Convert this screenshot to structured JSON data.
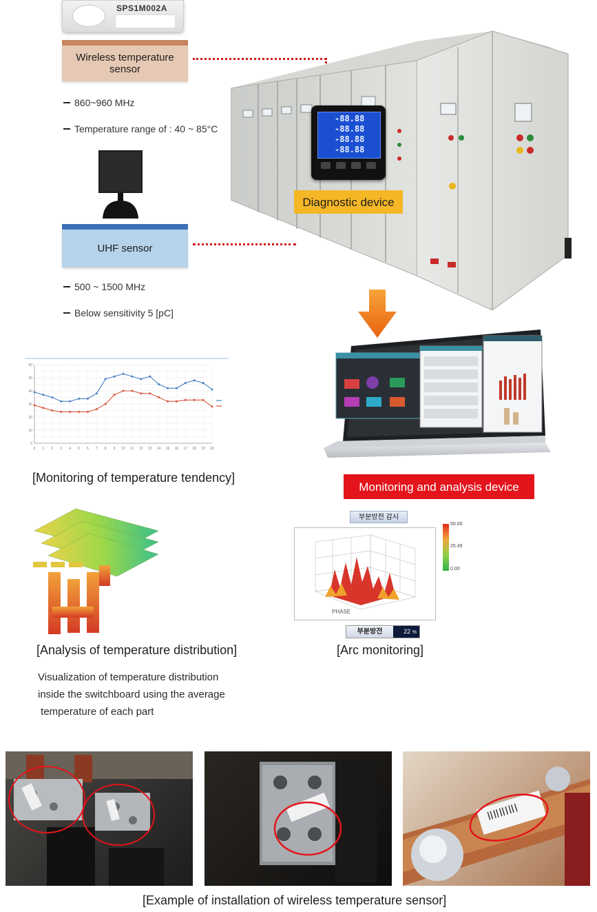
{
  "tag_label": "SPS1M002A",
  "wireless_sensor": {
    "label": "Wireless temperature sensor",
    "bullets": [
      "860~960 MHz",
      "Temperature range of : 40 ~ 85°C"
    ]
  },
  "uhf_sensor": {
    "label": "UHF sensor",
    "bullets": [
      "500 ~ 1500 MHz",
      "Below sensitivity 5 [pC]"
    ]
  },
  "diagnostic_device": "Diagnostic device",
  "panel_display": "-88.88",
  "monitoring_device": "Monitoring and analysis device",
  "tendency_caption": "[Monitoring of temperature tendency]",
  "distribution": {
    "caption": "[Analysis of temperature distribution]",
    "description": [
      "Visualization of temperature distribution",
      "inside the switchboard using the average",
      " temperature of each part"
    ]
  },
  "arc": {
    "caption": "[Arc monitoring]",
    "title": "부분방전 감시",
    "footer_label": "부분방전",
    "footer_value": "22",
    "footer_unit": "%",
    "scale": [
      "50.00",
      "25.49",
      "0.00"
    ],
    "axis_label": "PHASE"
  },
  "installation_caption": "[Example of installation of wireless temperature sensor]",
  "chart_data": {
    "type": "line",
    "x": [
      0,
      1,
      2,
      3,
      4,
      5,
      6,
      7,
      8,
      9,
      10,
      11,
      12,
      13,
      14,
      15,
      16,
      17,
      18,
      19,
      20
    ],
    "series": [
      {
        "values": [
          39,
          37,
          35,
          32,
          32,
          34,
          34,
          38,
          49,
          51,
          53,
          51,
          49,
          51,
          45,
          42,
          42,
          46,
          48,
          46,
          41
        ]
      },
      {
        "values": [
          29,
          27,
          25,
          24,
          24,
          24,
          24,
          26,
          30,
          37,
          40,
          40,
          38,
          38,
          35,
          32,
          32,
          33,
          33,
          33,
          28
        ]
      }
    ],
    "ylim": [
      0,
      60
    ],
    "colors": [
      "#4a7fc1",
      "#d9563a"
    ],
    "grid": true,
    "legend": "right"
  },
  "colors": {
    "wireless_box": "#e6c9b4",
    "uhf_box": "#b5d3ea",
    "diagnostic_label": "#f5b726",
    "monitoring_label": "#e3141b",
    "connector": "#d01818",
    "arrow": "#f07a12"
  }
}
